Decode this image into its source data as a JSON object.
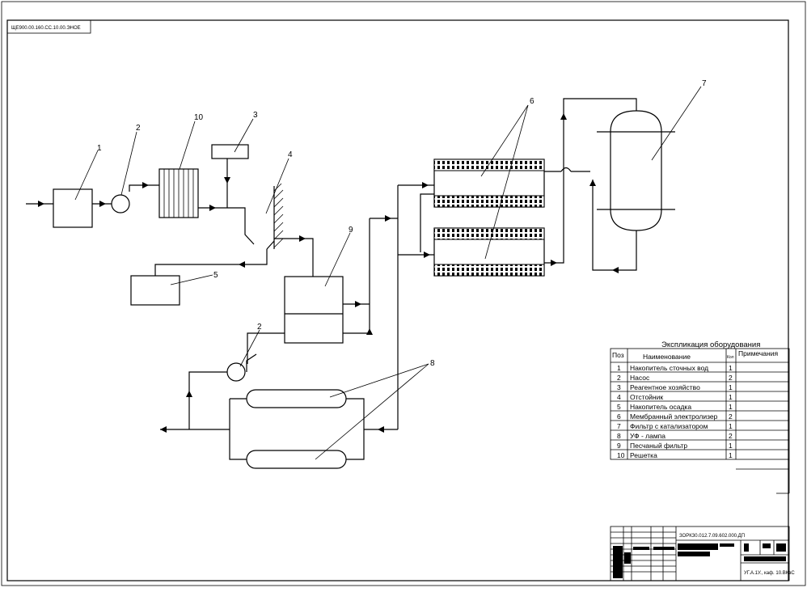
{
  "sheet": {
    "doc_code_top": "ЩЕ900.00.160.СС.10.00.ЭНОЕ",
    "title_code": "ЗОРКЗ0.012.7.09.602.000.ДП",
    "title_small": "УГ.А.1У., каф. 10.ВКвС"
  },
  "labels": {
    "n1": "1",
    "n2a": "2",
    "n2b": "2",
    "n3": "3",
    "n4": "4",
    "n5": "5",
    "n6": "6",
    "n7": "7",
    "n8": "8",
    "n9": "9",
    "n10": "10"
  },
  "explication": {
    "title": "Экспликация оборудования",
    "headers": {
      "pos": "Поз",
      "name": "Наименование",
      "qty": "Кол",
      "note": "Примечания"
    },
    "rows": [
      {
        "pos": "1",
        "name": "Накопитель сточных вод",
        "qty": "1"
      },
      {
        "pos": "2",
        "name": "Насос",
        "qty": "2"
      },
      {
        "pos": "3",
        "name": "Реагентное хозяйство",
        "qty": "1"
      },
      {
        "pos": "4",
        "name": "Отстойник",
        "qty": "1"
      },
      {
        "pos": "5",
        "name": "Накопитель осадка",
        "qty": "1"
      },
      {
        "pos": "6",
        "name": "Мембранный электролизер",
        "qty": "2"
      },
      {
        "pos": "7",
        "name": "Фильтр с катализатором",
        "qty": "1"
      },
      {
        "pos": "8",
        "name": "УФ - лампа",
        "qty": "2"
      },
      {
        "pos": "9",
        "name": "Песчаный фильтр",
        "qty": "1"
      },
      {
        "pos": "10",
        "name": "Решетка",
        "qty": "1"
      }
    ]
  },
  "icons": {
    "arrow": "arrow-head-icon",
    "pump": "pump-icon",
    "grate": "screen-grate-icon"
  }
}
